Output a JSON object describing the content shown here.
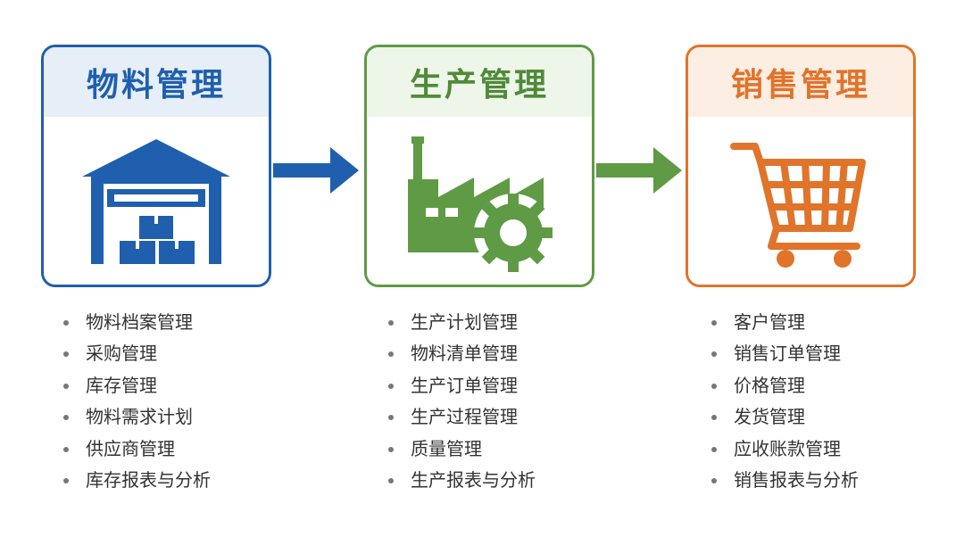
{
  "modules": [
    {
      "title": "物料管理",
      "icon": "warehouse-icon",
      "color": "#1f5fae",
      "items": [
        "物料档案管理",
        "采购管理",
        "库存管理",
        "物料需求计划",
        "供应商管理",
        "库存报表与分析"
      ]
    },
    {
      "title": "生产管理",
      "icon": "factory-gear-icon",
      "color": "#5f9a45",
      "items": [
        "生产计划管理",
        "物料清单管理",
        "生产订单管理",
        "生产过程管理",
        "质量管理",
        "生产报表与分析"
      ]
    },
    {
      "title": "销售管理",
      "icon": "shopping-cart-icon",
      "color": "#e0742a",
      "items": [
        "客户管理",
        "销售订单管理",
        "价格管理",
        "发货管理",
        "应收账款管理",
        "销售报表与分析"
      ]
    }
  ]
}
